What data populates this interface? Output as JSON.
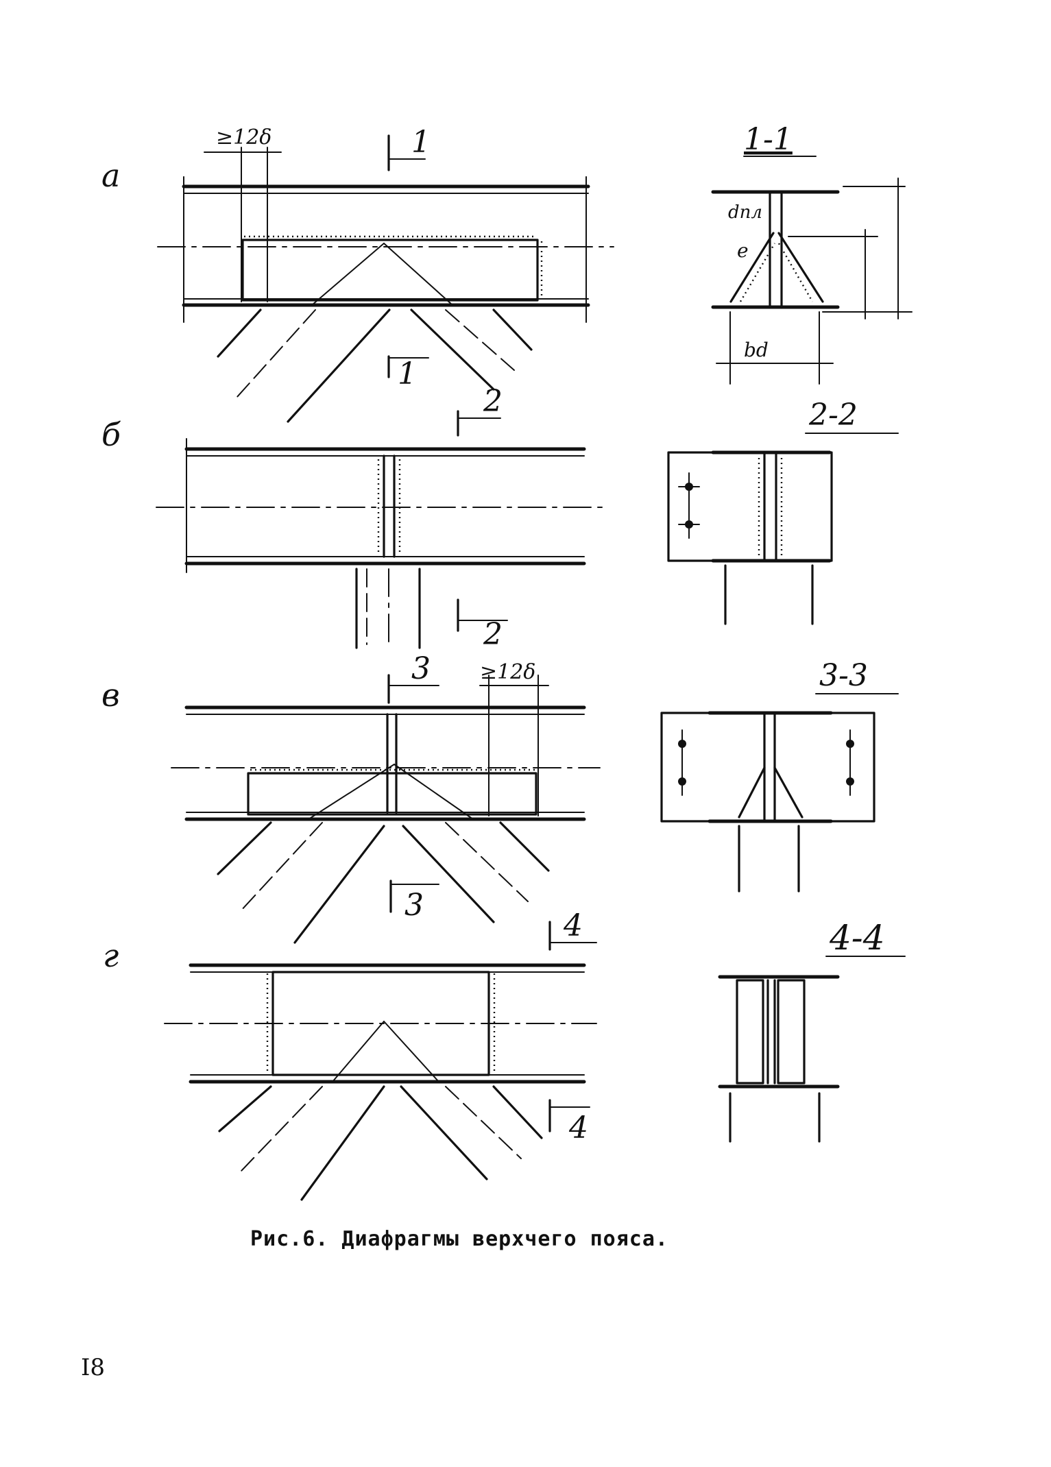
{
  "figure": {
    "caption": "Рис.6. Диафрагмы верхчего пояса.",
    "page_number": "I8"
  },
  "variants": {
    "a": {
      "letter": "а",
      "section": "1-1",
      "cut_label": "1",
      "min_dim": "≥12δ",
      "dim_web": "dпл",
      "dim_width": "bd",
      "slope": "е"
    },
    "b": {
      "letter": "б",
      "section": "2-2",
      "cut_label": "2"
    },
    "v": {
      "letter": "в",
      "section": "3-3",
      "cut_label": "3",
      "min_dim": "≥12δ"
    },
    "g": {
      "letter": "г",
      "section": "4-4",
      "cut_label": "4"
    }
  }
}
